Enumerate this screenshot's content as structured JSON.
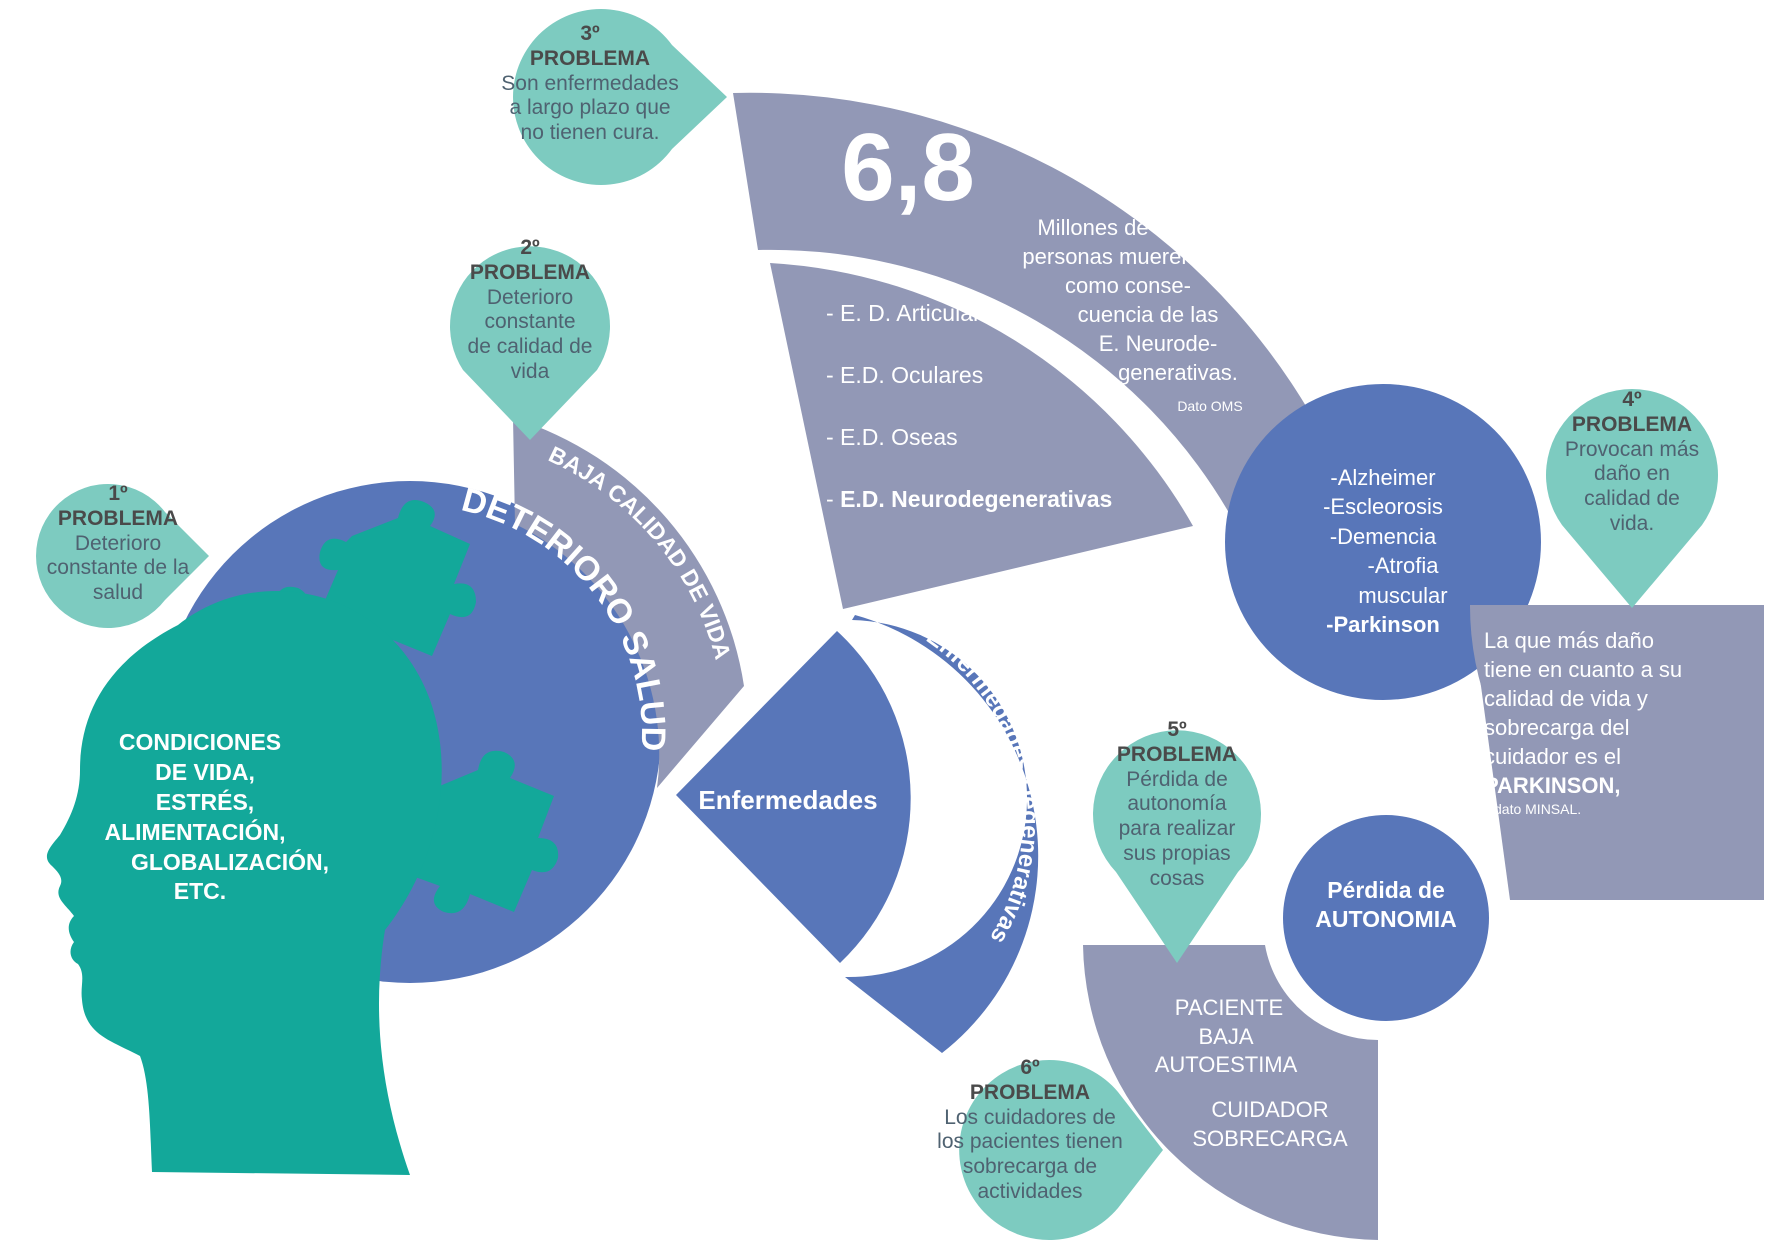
{
  "colors": {
    "teal": "#13a89a",
    "blue": "#5876b9",
    "lavender": "#9298b6",
    "mint": "#7dcbc0"
  },
  "problems": [
    {
      "num": "1º",
      "title": "PROBLEMA",
      "text": "Deterioro constante de la salud",
      "lines": [
        "Deterioro",
        "constante de la",
        "salud"
      ]
    },
    {
      "num": "2º",
      "title": "PROBLEMA",
      "text": "Deterioro constante de calidad de vida",
      "lines": [
        "Deterioro",
        "constante",
        "de calidad de",
        "vida"
      ]
    },
    {
      "num": "3º",
      "title": "PROBLEMA",
      "text": "Son enfermedades a largo plazo que no tienen cura.",
      "lines": [
        "Son enfermedades",
        "a largo plazo que",
        "no tienen cura."
      ]
    },
    {
      "num": "4º",
      "title": "PROBLEMA",
      "text": "Provocan más daño en calidad de vida.",
      "lines": [
        "Provocan más",
        "daño en",
        "calidad de",
        "vida."
      ]
    },
    {
      "num": "5º",
      "title": "PROBLEMA",
      "text": "Pérdida de autonomía para realizar sus propias cosas",
      "lines": [
        "Pérdida de",
        "autonomía",
        "para realizar",
        "sus propias",
        "cosas"
      ]
    },
    {
      "num": "6º",
      "title": "PROBLEMA",
      "text": "Los cuidadores de los pacientes tienen sobrecarga de actividades",
      "lines": [
        "Los cuidadores de",
        "los pacientes tienen",
        "sobrecarga de",
        "actividades"
      ]
    }
  ],
  "head_text": [
    "CONDICIONES",
    "DE VIDA,",
    "ESTRÉS,",
    "ALIMENTACIÓN,",
    "GLOBALIZACIÓN,",
    "ETC."
  ],
  "arc_deterioro": "DETERIORO SALUD",
  "arc_baja": "BAJA CALIDAD DE VIDA",
  "enfermedades": "Enfermedades",
  "enf_degenerativas": "Enfermedades Degenerativas",
  "stat": {
    "number": "6,8",
    "lines": [
      "Millones de",
      "personas mueren",
      "como conse-",
      "cuencia de las",
      "E. Neurode-",
      "generativas."
    ],
    "source": "Dato OMS"
  },
  "ed_list": [
    "- E. D. Articular",
    "- E.D. Oculares",
    "- E.D. Oseas"
  ],
  "ed_highlight": {
    "prefix": "- ",
    "text": "E.D. Neurodegenerativas"
  },
  "neuro_list": [
    "-Alzheimer",
    "-Escleorosis",
    "-Demencia",
    "-Atrofia muscular"
  ],
  "neuro_highlight": "-Parkinson",
  "parkinson_box": {
    "lines": [
      "La que más daño",
      "tiene en cuanto a su",
      "calidad de vida y",
      "sobrecarga del",
      "cuidador es el"
    ],
    "bold": "PARKINSON,",
    "source": "dato MINSAL."
  },
  "autonomia": [
    "Pérdida de",
    "AUTONOMIA"
  ],
  "paciente_box": {
    "lines1": [
      "PACIENTE",
      "BAJA",
      "AUTOESTIMA"
    ],
    "lines2": [
      "CUIDADOR",
      "SOBRECARGA"
    ]
  }
}
